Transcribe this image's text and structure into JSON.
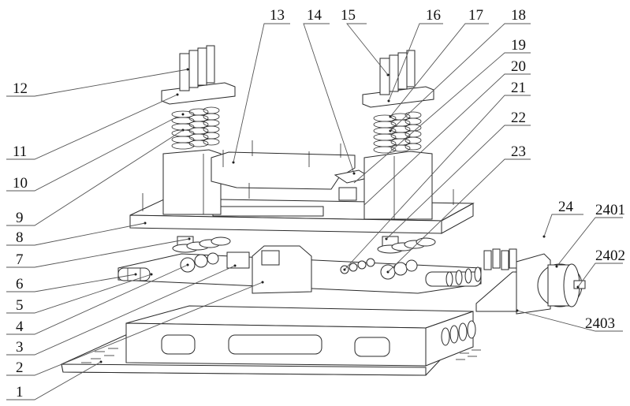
{
  "figure": {
    "title": "",
    "labels": [
      "1",
      "2",
      "3",
      "4",
      "5",
      "6",
      "7",
      "8",
      "9",
      "10",
      "11",
      "12",
      "13",
      "14",
      "15",
      "16",
      "17",
      "18",
      "19",
      "20",
      "21",
      "22",
      "23",
      "24",
      "2401",
      "2402",
      "2403"
    ]
  },
  "colors": {
    "line": "#2a2a2a",
    "leader": "#555555",
    "background": "#ffffff"
  }
}
